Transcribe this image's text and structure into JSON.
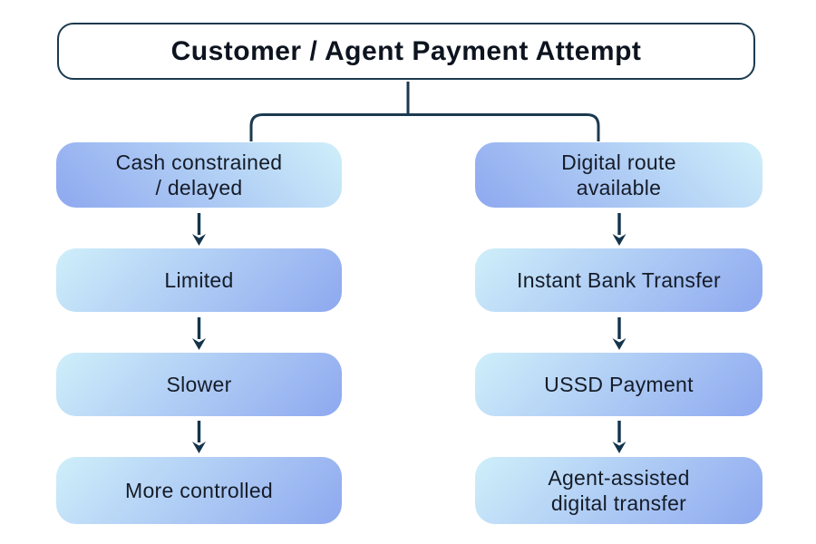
{
  "diagram": {
    "root": "Customer / Agent Payment Attempt",
    "left_branch": {
      "head": "Cash constrained\n/ delayed",
      "step1": "Limited",
      "step2": "Slower",
      "step3": "More controlled"
    },
    "right_branch": {
      "head": "Digital route\navailable",
      "step1": "Instant Bank Transfer",
      "step2": "USSD Payment",
      "step3": "Agent-assisted\ndigital transfer"
    },
    "colors": {
      "connector_stroke": "#1b3a50",
      "arrow": "#14344c",
      "node_gradient_blue": "#8ea8ef",
      "node_gradient_cyan": "#cfeffa",
      "title_text": "#0d141f",
      "node_text": "#151c28",
      "background": "#ffffff"
    }
  }
}
